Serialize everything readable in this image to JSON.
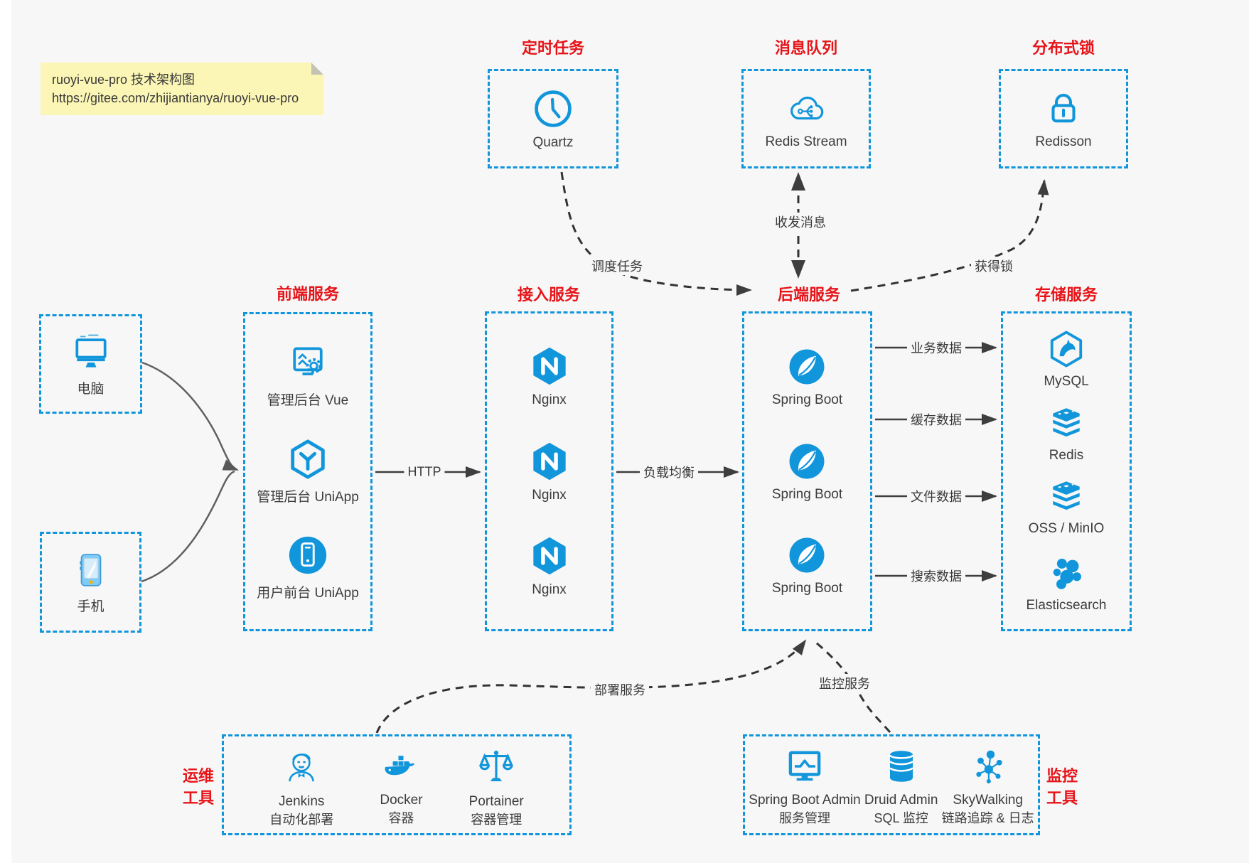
{
  "note": {
    "line1": "ruoyi-vue-pro 技术架构图",
    "line2": "https://gitee.com/zhijiantianya/ruoyi-vue-pro"
  },
  "colors": {
    "accent_blue": "#1296db",
    "title_red": "#e61419",
    "note_yellow": "#fbf6b5",
    "arrow_dark": "#3e3e3e"
  },
  "groups": {
    "scheduled": {
      "title": "定时任务",
      "item": "Quartz"
    },
    "mq": {
      "title": "消息队列",
      "item": "Redis Stream"
    },
    "lock": {
      "title": "分布式锁",
      "item": "Redisson"
    },
    "clients": {
      "computer": "电脑",
      "phone": "手机"
    },
    "frontend": {
      "title": "前端服务",
      "items": [
        "管理后台 Vue",
        "管理后台 UniApp",
        "用户前台 UniApp"
      ]
    },
    "access": {
      "title": "接入服务",
      "items": [
        "Nginx",
        "Nginx",
        "Nginx"
      ]
    },
    "backend": {
      "title": "后端服务",
      "items": [
        "Spring Boot",
        "Spring Boot",
        "Spring Boot"
      ]
    },
    "storage": {
      "title": "存储服务",
      "items": [
        "MySQL",
        "Redis",
        "OSS / MinIO",
        "Elasticsearch"
      ]
    },
    "ops": {
      "title_line1": "运维",
      "title_line2": "工具",
      "items": [
        {
          "name": "Jenkins",
          "desc": "自动化部署"
        },
        {
          "name": "Docker",
          "desc": "容器"
        },
        {
          "name": "Portainer",
          "desc": "容器管理"
        }
      ]
    },
    "monitoring": {
      "title_line1": "监控",
      "title_line2": "工具",
      "items": [
        {
          "name": "Spring Boot Admin",
          "desc": "服务管理"
        },
        {
          "name": "Druid Admin",
          "desc": "SQL 监控"
        },
        {
          "name": "SkyWalking",
          "desc": "链路追踪 & 日志"
        }
      ]
    }
  },
  "edges": {
    "schedule_task": "调度任务",
    "send_receive_message": "收发消息",
    "acquire_lock": "获得锁",
    "http": "HTTP",
    "load_balance": "负载均衡",
    "business_data": "业务数据",
    "cache_data": "缓存数据",
    "file_data": "文件数据",
    "search_data": "搜索数据",
    "deploy_service": "部署服务",
    "monitor_service": "监控服务"
  }
}
